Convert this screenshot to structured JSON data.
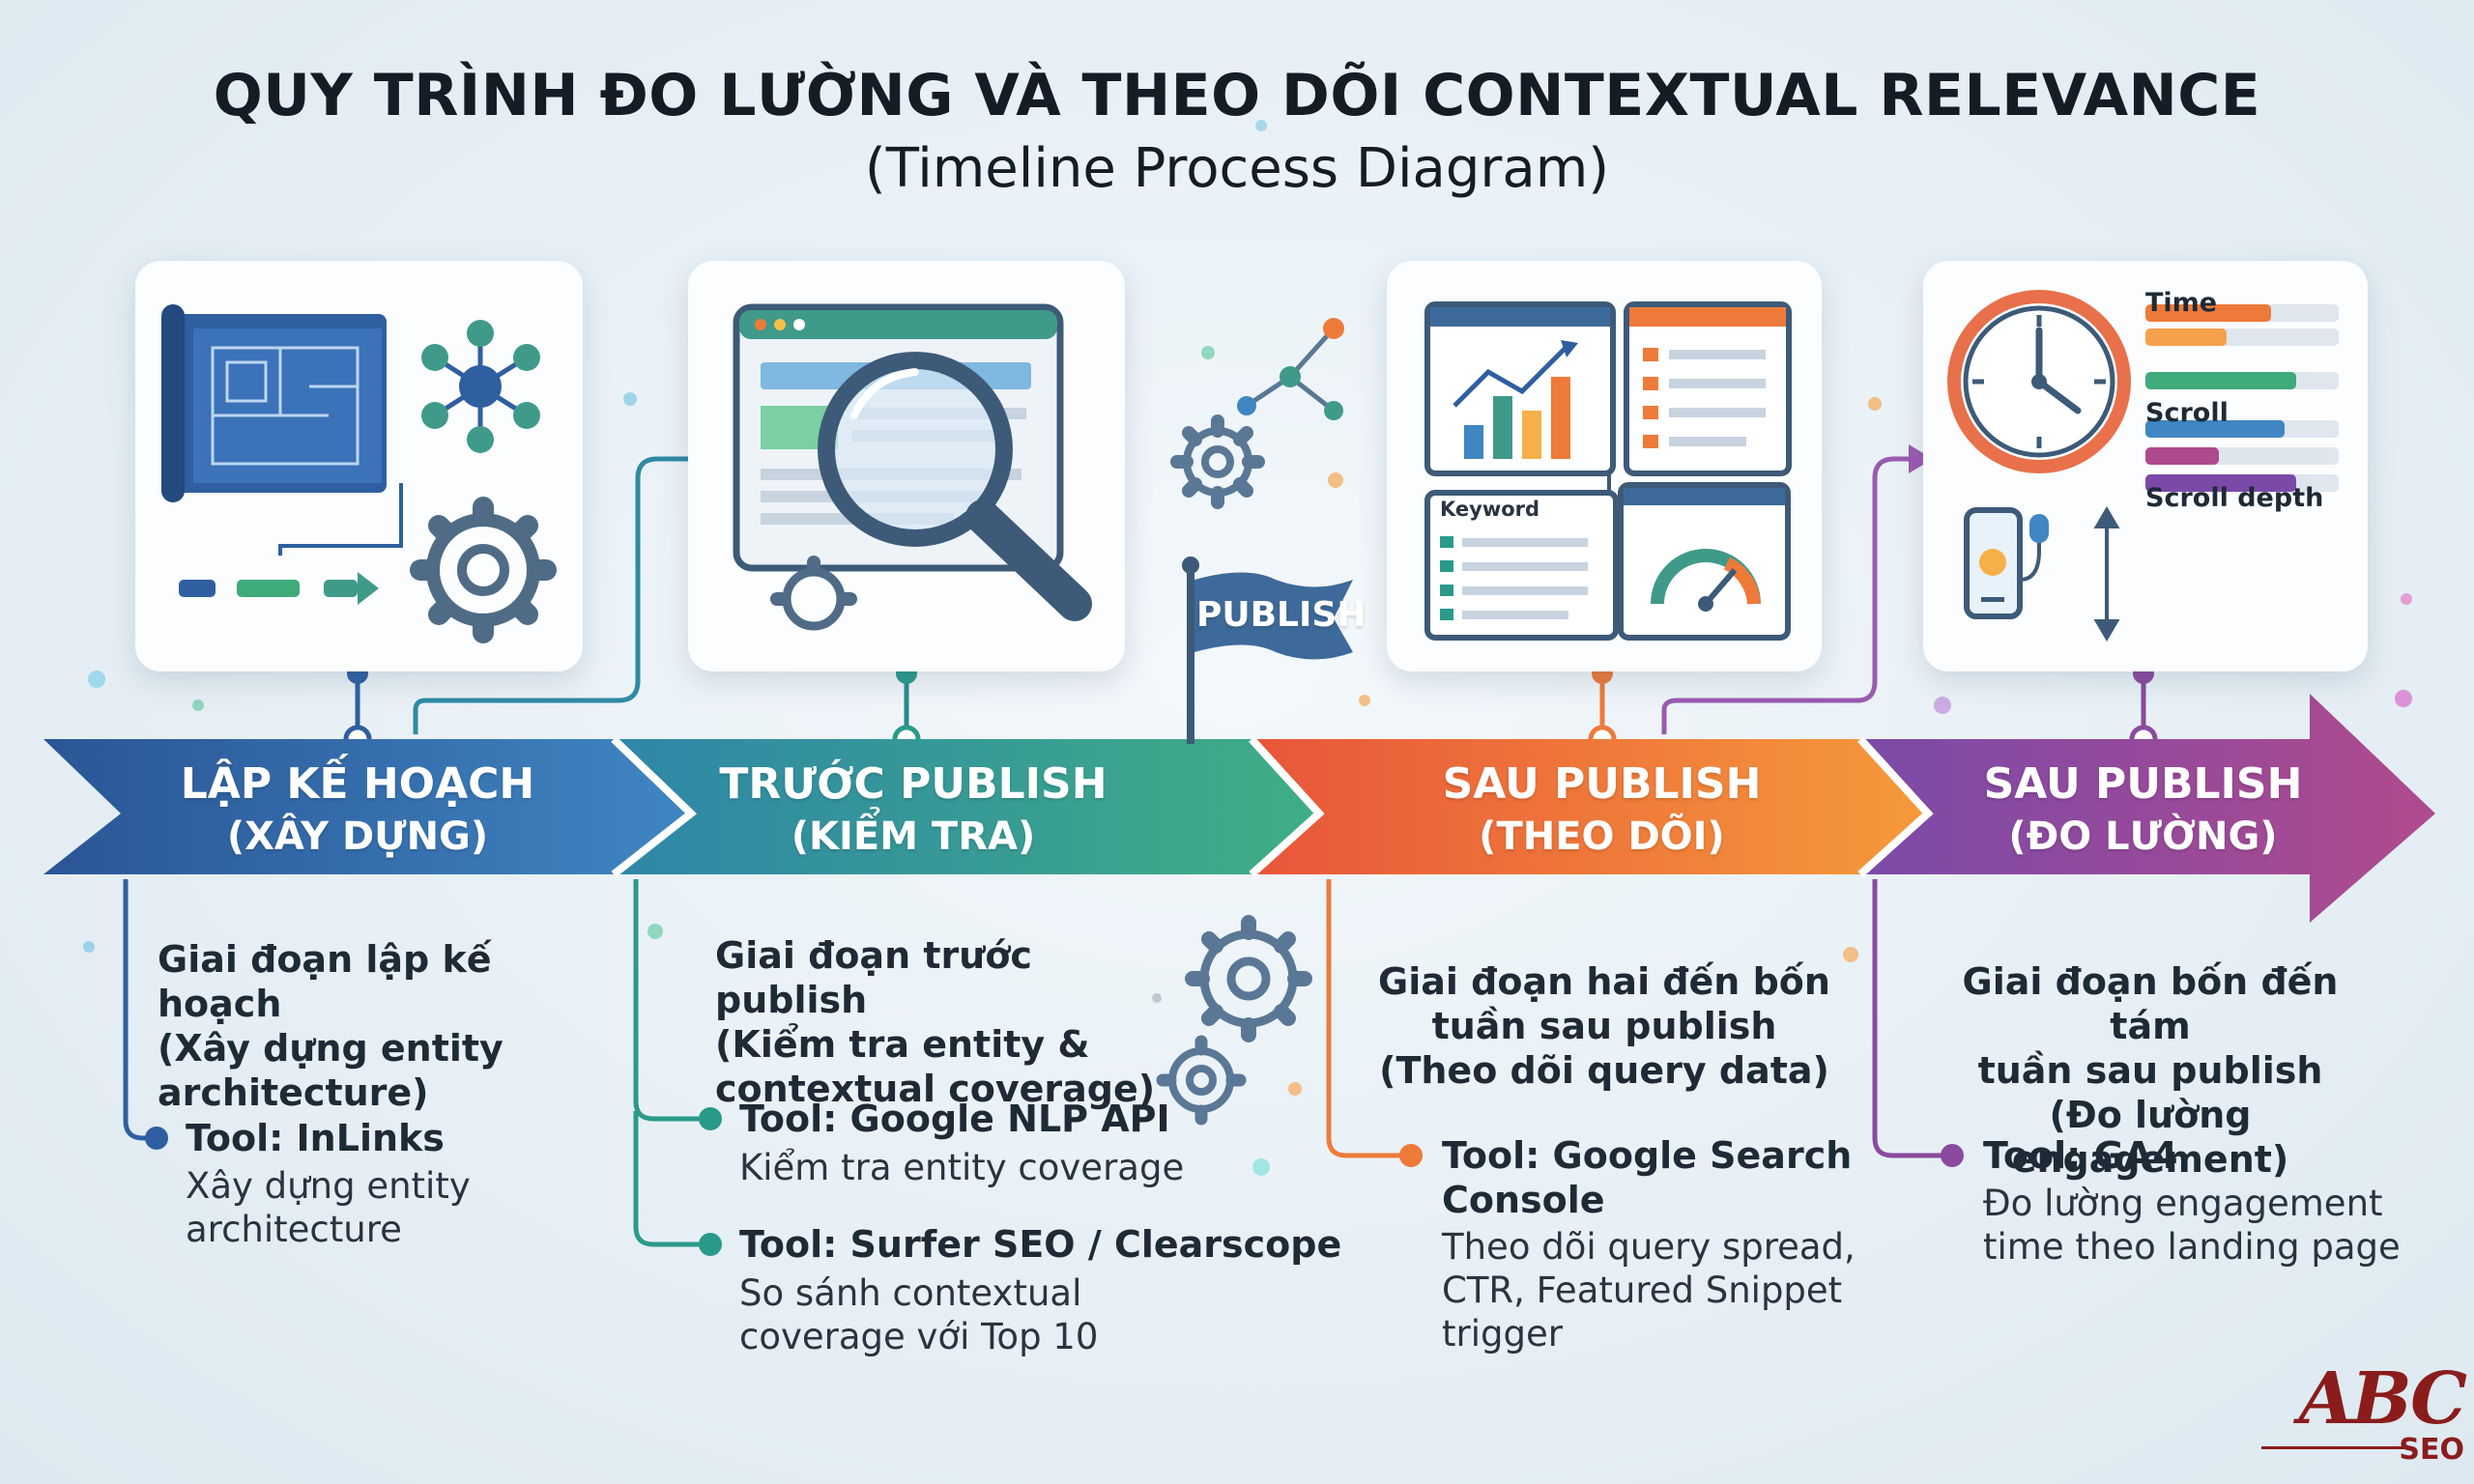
{
  "title": "QUY TRÌNH ĐO LƯỜNG VÀ THEO DÕI CONTEXTUAL RELEVANCE",
  "subtitle": "(Timeline Process Diagram)",
  "colors": {
    "stage1": "#2f5fa0",
    "stage2": "#2a9a8a",
    "stage3": "#ee7a3a",
    "stage4": "#8a4a9e",
    "brand": "#8a1c1c"
  },
  "stages": [
    {
      "label_line1": "LẬP KẾ HOẠCH",
      "label_line2": "(XÂY DỰNG)",
      "desc_lines": [
        "Giai đoạn lập kế hoạch",
        "(Xây dựng entity",
        "architecture)"
      ],
      "tools": [
        {
          "name": "Tool: InLinks",
          "desc_lines": [
            "Xây dựng entity",
            "architecture"
          ]
        }
      ],
      "icon": "blueprint-network-gear-icon"
    },
    {
      "label_line1": "TRƯỚC PUBLISH",
      "label_line2": "(KIỂM TRA)",
      "desc_lines": [
        "Giai đoạn trước publish",
        "(Kiểm tra entity &",
        "contextual coverage)"
      ],
      "tools": [
        {
          "name": "Tool: Google NLP API",
          "desc_lines": [
            "Kiểm tra entity coverage"
          ]
        },
        {
          "name": "Tool: Surfer SEO / Clearscope",
          "desc_lines": [
            "So sánh contextual",
            "coverage với Top 10"
          ]
        }
      ],
      "icon": "browser-magnifier-icon"
    },
    {
      "label_line1": "SAU PUBLISH",
      "label_line2": "(THEO DÕI)",
      "desc_lines": [
        "Giai đoạn hai đến bốn",
        "tuần sau publish",
        "(Theo dõi query data)"
      ],
      "tools": [
        {
          "name_lines": [
            "Tool: Google Search",
            "Console"
          ],
          "desc_lines": [
            "Theo dõi query spread,",
            "CTR, Featured Snippet",
            "trigger"
          ]
        }
      ],
      "icon": "dashboard-charts-icon",
      "dashboard_label": "Keyword"
    },
    {
      "label_line1": "SAU PUBLISH",
      "label_line2": "(ĐO LƯỜNG)",
      "desc_lines": [
        "Giai đoạn bốn đến tám",
        "tuần sau publish",
        "(Đo lường engagement)"
      ],
      "tools": [
        {
          "name": "Tool: GA4",
          "desc_lines": [
            "Đo lường engagement",
            "time theo landing page"
          ]
        }
      ],
      "icon": "clock-metrics-icon",
      "metrics": [
        {
          "label": "Time",
          "levels": [
            0.65,
            0.42
          ]
        },
        {
          "label": "Scroll",
          "levels": [
            0.78
          ]
        },
        {
          "label": "Scroll depth",
          "levels": [
            0.72,
            0.38,
            0.78
          ]
        }
      ]
    }
  ],
  "publish_flag": "PUBLISH",
  "logo": {
    "main": "ABC",
    "sub": "SEO"
  }
}
